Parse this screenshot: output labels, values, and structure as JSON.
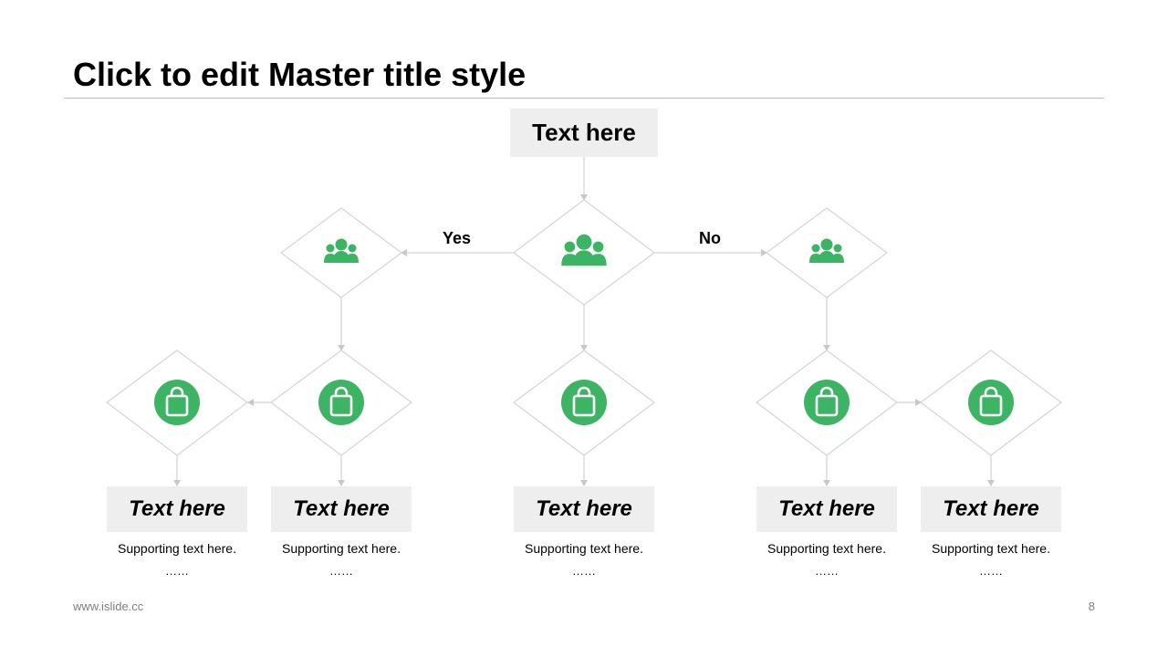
{
  "slide": {
    "title": "Click to edit Master title style",
    "footer_url": "www.islide.cc",
    "page_number": "8"
  },
  "diagram": {
    "top_node": "Text here",
    "branch_yes": "Yes",
    "branch_no": "No",
    "decision_icon": "people-group-icon",
    "outcome_icon": "shopping-bag-icon",
    "leaves": [
      {
        "title": "Text here",
        "text": "Supporting text here.",
        "dots": "……"
      },
      {
        "title": "Text here",
        "text": "Supporting text here.",
        "dots": "……"
      },
      {
        "title": "Text here",
        "text": "Supporting text here.",
        "dots": "……"
      },
      {
        "title": "Text here",
        "text": "Supporting text here.",
        "dots": "……"
      },
      {
        "title": "Text here",
        "text": "Supporting text here.",
        "dots": "……"
      }
    ]
  },
  "colors": {
    "accent": "#3db463",
    "line": "#c8c8c8",
    "box": "#eeeeee"
  }
}
